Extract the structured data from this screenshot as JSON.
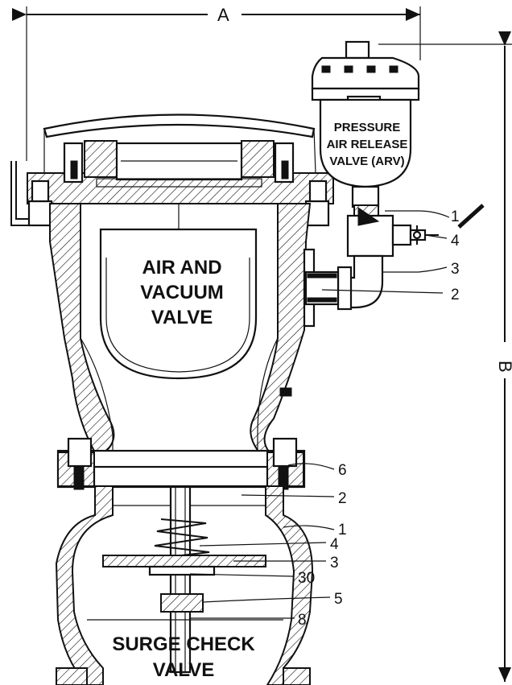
{
  "dimensions": {
    "width_label": "A",
    "height_label": "B"
  },
  "components": {
    "upper_valve": [
      "AIR AND",
      "VACUUM",
      "VALVE"
    ],
    "arv": [
      "PRESSURE",
      "AIR RELEASE",
      "VALVE (ARV)"
    ],
    "lower_valve": [
      "SURGE CHECK",
      "VALVE"
    ]
  },
  "callouts_upper": [
    "1",
    "4",
    "3",
    "2"
  ],
  "callouts_lower": [
    "6",
    "2",
    "1",
    "4",
    "3",
    "30",
    "5",
    "8"
  ]
}
